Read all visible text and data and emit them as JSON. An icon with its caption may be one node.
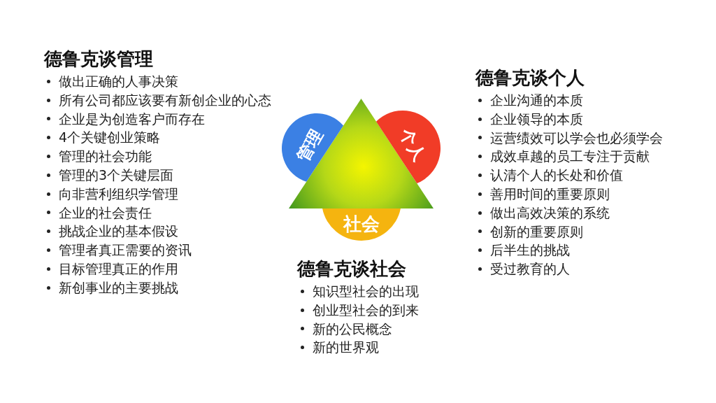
{
  "diagram": {
    "nodes": [
      {
        "text": [],
        "shape": "triangle"
      },
      {
        "text": [
          "管理"
        ]
      },
      {
        "text": [
          "个人"
        ]
      },
      {
        "text": [
          "社会"
        ]
      }
    ],
    "labels": [
      "德鲁克谈管理",
      "做出正确的人事决策",
      "所有公司都应该要有新创企业的心态",
      "企业是为创造客户而存在",
      "4个关键创业策略",
      "管理的社会功能",
      "管理的3个关键层面",
      "向非营利组织学管理",
      "企业的社会责任",
      "挑战企业的基本假设",
      "管理者真正需要的资讯",
      "目标管理真正的作用",
      "新创事业的主要挑战",
      "德鲁克谈个人",
      "企业沟通的本质",
      "企业领导的本质",
      "运营绩效可以学会也必须学会",
      "成效卓越的员工专注于贡献",
      "认清个人的长处和价值",
      "善用时间的重要原则",
      "做出高效决策的系统",
      "创新的重要原则",
      "后半生的挑战",
      "受过教育的人",
      "德鲁克谈社会",
      "知识型社会的出现",
      "创业型社会的到来",
      "新的公民概念",
      "新的世界观"
    ]
  }
}
